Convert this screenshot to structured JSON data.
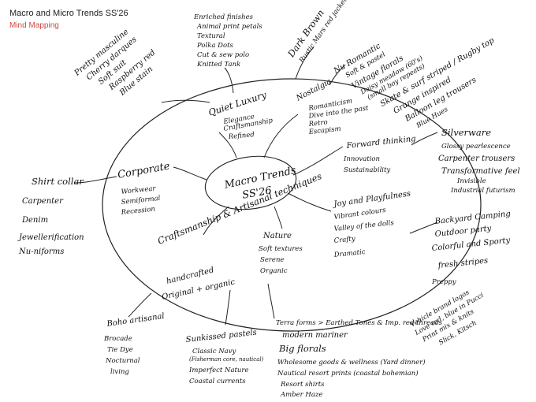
{
  "header": {
    "title": "Macro and Micro Trends SS'26",
    "subtitle": "Mind Mapping"
  },
  "center": {
    "line1": "Macro Trends",
    "line2": "SS'26"
  },
  "nodes": {
    "quiet_luxury": {
      "label": "Quiet Luxury",
      "items": [
        "Elegance",
        "Craftsmanship",
        "Refined"
      ]
    },
    "nostalgia": {
      "label": "Nostalgia",
      "items": [
        "Romanticism",
        "Dive into the past",
        "Retro",
        "Escapism"
      ]
    },
    "forward_thinking": {
      "label": "Forward thinking",
      "items": [
        "Innovation",
        "Sustainability"
      ]
    },
    "corporate": {
      "label": "Corporate",
      "items": [
        "Workwear",
        "Semiformal",
        "Recession"
      ]
    },
    "joy": {
      "label": "Joy and Playfulness",
      "items": [
        "Vibrant colours",
        "Valley of the dolls",
        "Crafty",
        "Dramatic"
      ]
    },
    "nature": {
      "label": "Nature",
      "items": [
        "Soft textures",
        "Serene",
        "Organic"
      ]
    },
    "craftsmanship": {
      "label": "Craftsmanship & Artisanal techniques",
      "items": [
        "handcrafted",
        "Original + organic"
      ]
    }
  },
  "outer": {
    "top_left": [
      "Pretty masculine",
      "Cherry darques",
      "Soft suit",
      "Raspberry red",
      "Blue stain"
    ],
    "top_center": [
      "Enriched finishes",
      "Animal print petals",
      "Textural",
      "Polka Dots",
      "Cut & sew polo",
      "Knitted Tank"
    ],
    "dark_brown": [
      "Dark Brown",
      "Rustic Mars red jacket"
    ],
    "top_right": [
      "Nu Romantic",
      "Soft & pastel",
      "Vintage florals",
      "Daisy meadow (60's)",
      "(small boy repeats)",
      "Skate & surf striped / Rugby top",
      "Grunge inspired",
      "Balloon leg trousers",
      "Blue Hues"
    ],
    "right_mid": [
      "Silverware",
      "Glossy pearlescence",
      "Carpenter trousers",
      "Transformative feel",
      "Invisible",
      "Industrial futurism"
    ],
    "left_mid": [
      "Shirt collar",
      "Carpenter",
      "Denim",
      "Jewellerification",
      "Nu-niforms"
    ],
    "right_low_a": [
      "Backyard Camping",
      "Outdoor party",
      "Colorful and Sporty",
      "fresh stripes",
      "Preppy"
    ],
    "right_low_b": [
      "Vehicle brand logos",
      "Love red, blue in Pucci",
      "Print mix & knits",
      "Slick, Kitsch"
    ],
    "bottom_left": [
      "Boho artisanal",
      "Brocade",
      "Tie Dye",
      "Nocturnal",
      "living"
    ],
    "bottom_center": [
      "Sunkissed pastels",
      "Classic Navy",
      "(Fisherman core, nautical)",
      "Imperfect Nature",
      "Coastal currents"
    ],
    "bottom_right": [
      "Terra forms > Earthed Tones & Imp. red threads",
      "modern mariner",
      "Big florals",
      "Wholesome goods & wellness (Yard dinner)",
      "Nautical resort prints (coastal bohemian)",
      "Resort shirts",
      "Amber Haze"
    ]
  }
}
